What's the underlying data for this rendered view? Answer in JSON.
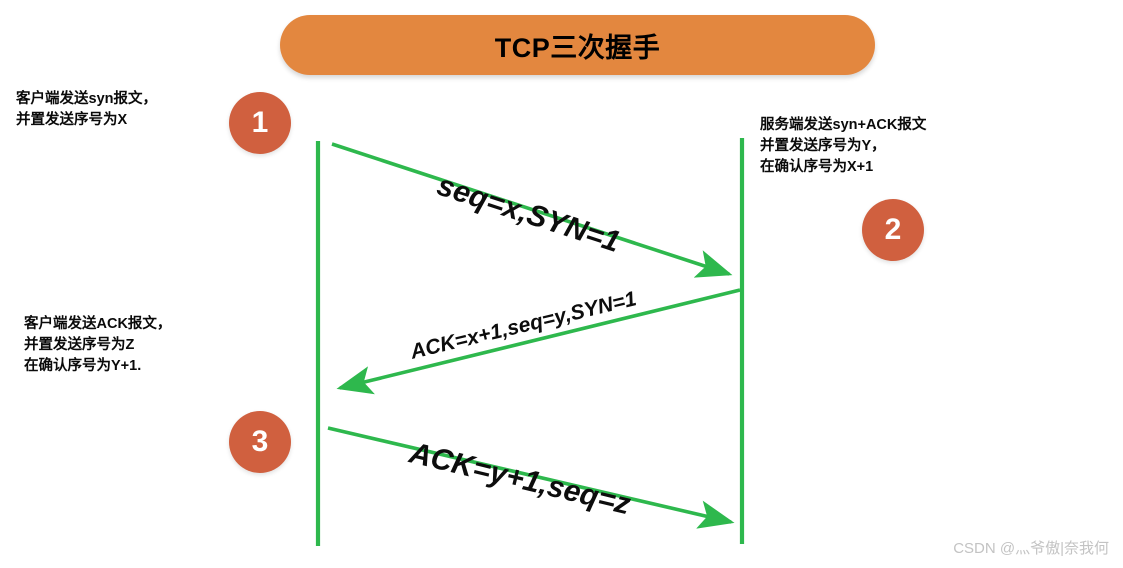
{
  "title": {
    "text": "TCP三次握手",
    "pill_color": "#e3873f",
    "text_color": "#000000"
  },
  "colors": {
    "badge": "#d0603f",
    "arrow": "#2eb84d",
    "lifeline": "#2eb84d",
    "background": "#ffffff",
    "watermark": "#c3c3c3"
  },
  "badges": [
    {
      "number": "1",
      "name": "step-1"
    },
    {
      "number": "2",
      "name": "step-2"
    },
    {
      "number": "3",
      "name": "step-3"
    }
  ],
  "notes": {
    "client_syn": "客户端发送syn报文，\n并置发送序号为X",
    "client_ack": "客户端发送ACK报文，\n并置发送序号为Z\n在确认序号为Y+1.",
    "server_synack": "服务端发送syn+ACK报文\n并置发送序号为Y，\n在确认序号为X+1"
  },
  "lifelines": {
    "client_label": "client-lifeline",
    "server_label": "server-lifeline"
  },
  "messages": [
    {
      "label": "seq=x,SYN=1",
      "direction": "client-to-server",
      "name": "message-syn"
    },
    {
      "label": "ACK=x+1,seq=y,SYN=1",
      "direction": "server-to-client",
      "name": "message-syn-ack"
    },
    {
      "label": "ACK=y+1,seq=z",
      "direction": "client-to-server",
      "name": "message-ack"
    }
  ],
  "watermark": "CSDN @灬爷傲|奈我何"
}
